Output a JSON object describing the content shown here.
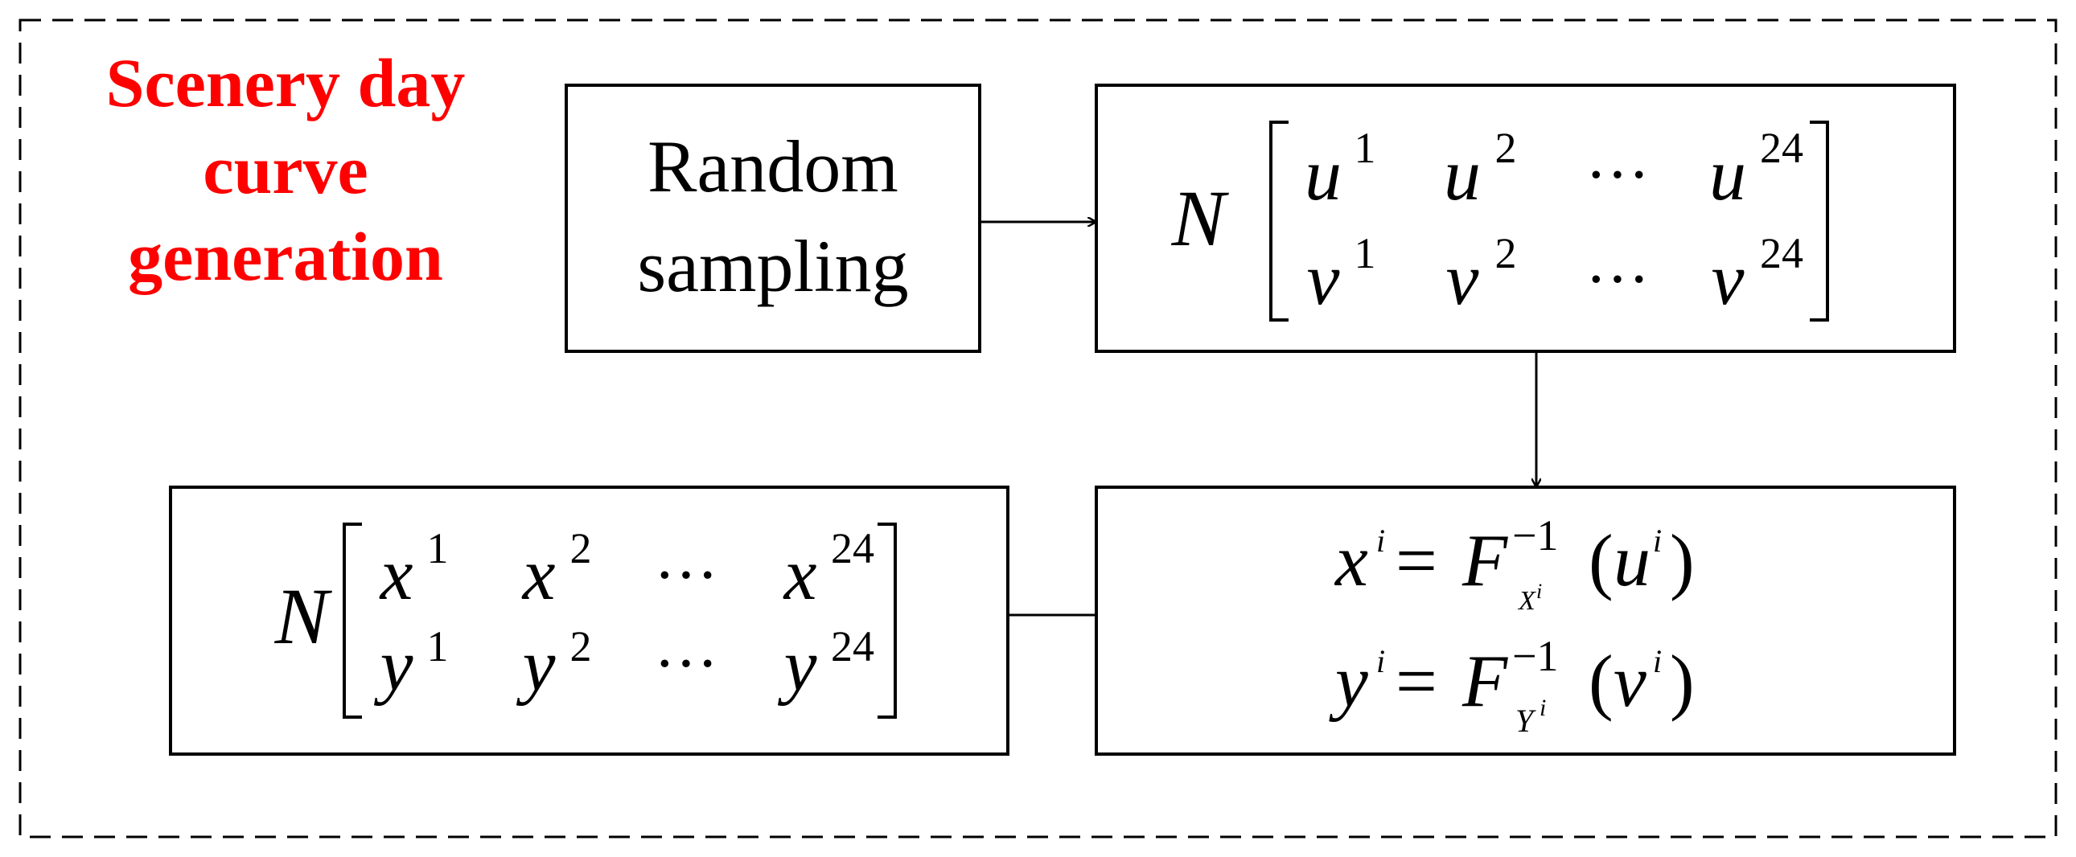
{
  "title": {
    "lines": [
      "Scenery day",
      "curve",
      "generation"
    ],
    "color": "#ff0000"
  },
  "nodes": {
    "random_sampling": {
      "lines": [
        "Random",
        "sampling"
      ]
    },
    "uv_matrix": {
      "prefix": "N",
      "row1": [
        "u",
        "u",
        "u"
      ],
      "row2": [
        "v",
        "v",
        "v"
      ],
      "sups": [
        "1",
        "2",
        "24"
      ],
      "ellipsis": "···"
    },
    "inverse_cdf": {
      "eq1": {
        "lhs": "x",
        "lhs_sup": "i",
        "eq": "=",
        "fn": "F",
        "fn_sup": "−1",
        "fn_sub": "X",
        "fn_sub_sup": "i",
        "arg_open": "(",
        "arg": "u",
        "arg_sup": "i",
        "arg_close": ")"
      },
      "eq2": {
        "lhs": "y",
        "lhs_sup": "i",
        "eq": "=",
        "fn": "F",
        "fn_sup": "−1",
        "fn_sub": "Y",
        "fn_sub_sup": "i",
        "arg_open": "(",
        "arg": "v",
        "arg_sup": "i",
        "arg_close": ")"
      }
    },
    "xy_matrix": {
      "prefix": "N",
      "row1": [
        "x",
        "x",
        "x"
      ],
      "row2": [
        "y",
        "y",
        "y"
      ],
      "sups": [
        "1",
        "2",
        "24"
      ],
      "ellipsis": "···"
    }
  }
}
